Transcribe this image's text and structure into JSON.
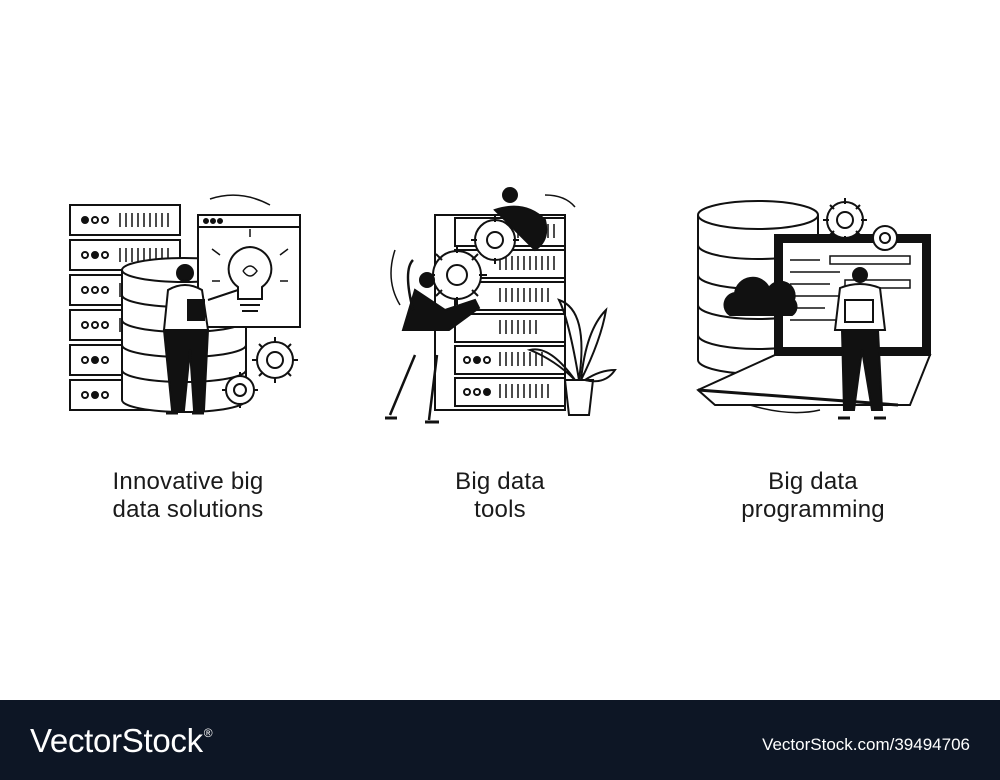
{
  "captions": [
    {
      "line1": "Innovative big",
      "line2": "data solutions"
    },
    {
      "line1": "Big data",
      "line2": "tools"
    },
    {
      "line1": "Big data",
      "line2": "programming"
    }
  ],
  "illustrations": [
    {
      "icon": "server-rack-with-lightbulb-icon"
    },
    {
      "icon": "server-rack-with-gears-icon"
    },
    {
      "icon": "database-laptop-cloud-icon"
    }
  ],
  "footer": {
    "brand": "VectorStock",
    "registered_mark": "®",
    "image_id": "VectorStock.com/39494706",
    "background": "#0d1625"
  }
}
